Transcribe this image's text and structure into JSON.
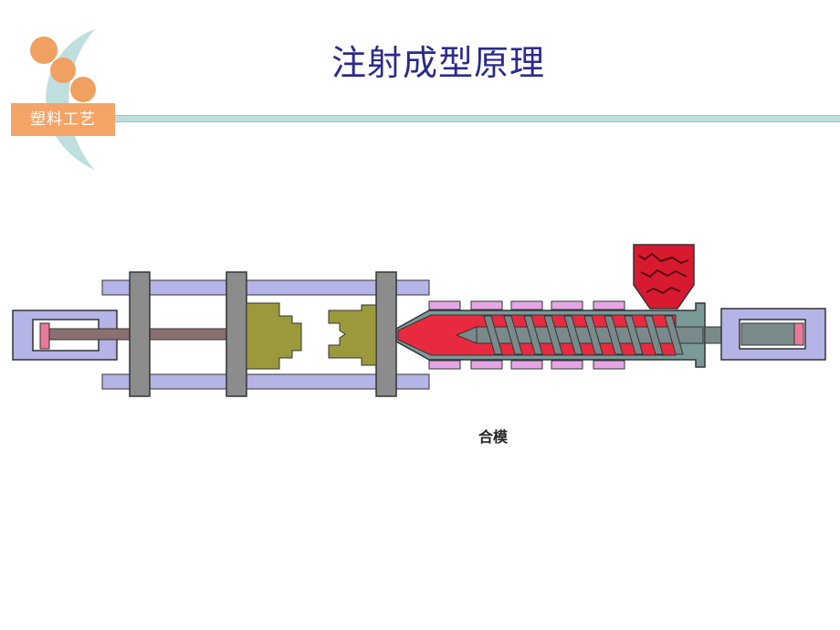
{
  "slide": {
    "title": "注射成型原理",
    "badge_label": "塑料工艺",
    "caption": "合模"
  },
  "colors": {
    "title": "#2a2a8c",
    "badge": "#f4a466",
    "rule": "#bfdede",
    "frame": "#b4b4e6",
    "platen": "#8c8c8c",
    "mold": "#9a9a3c",
    "melt": "#e82a40",
    "barrel": "#7a9a9a",
    "heater": "#e6a6e6"
  }
}
